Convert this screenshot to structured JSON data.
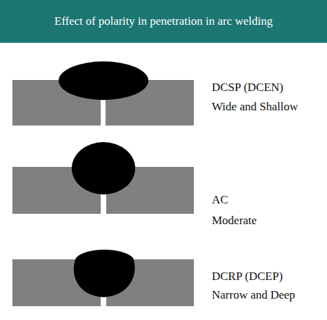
{
  "diagram": {
    "title": "Effect of polarity in penetration in arc welding",
    "labels": [
      "DCSP (DCEN)",
      "Wide and Shallow",
      "AC",
      "Moderate",
      "DCRP (DCEP)",
      "Narrow and Deep"
    ]
  }
}
